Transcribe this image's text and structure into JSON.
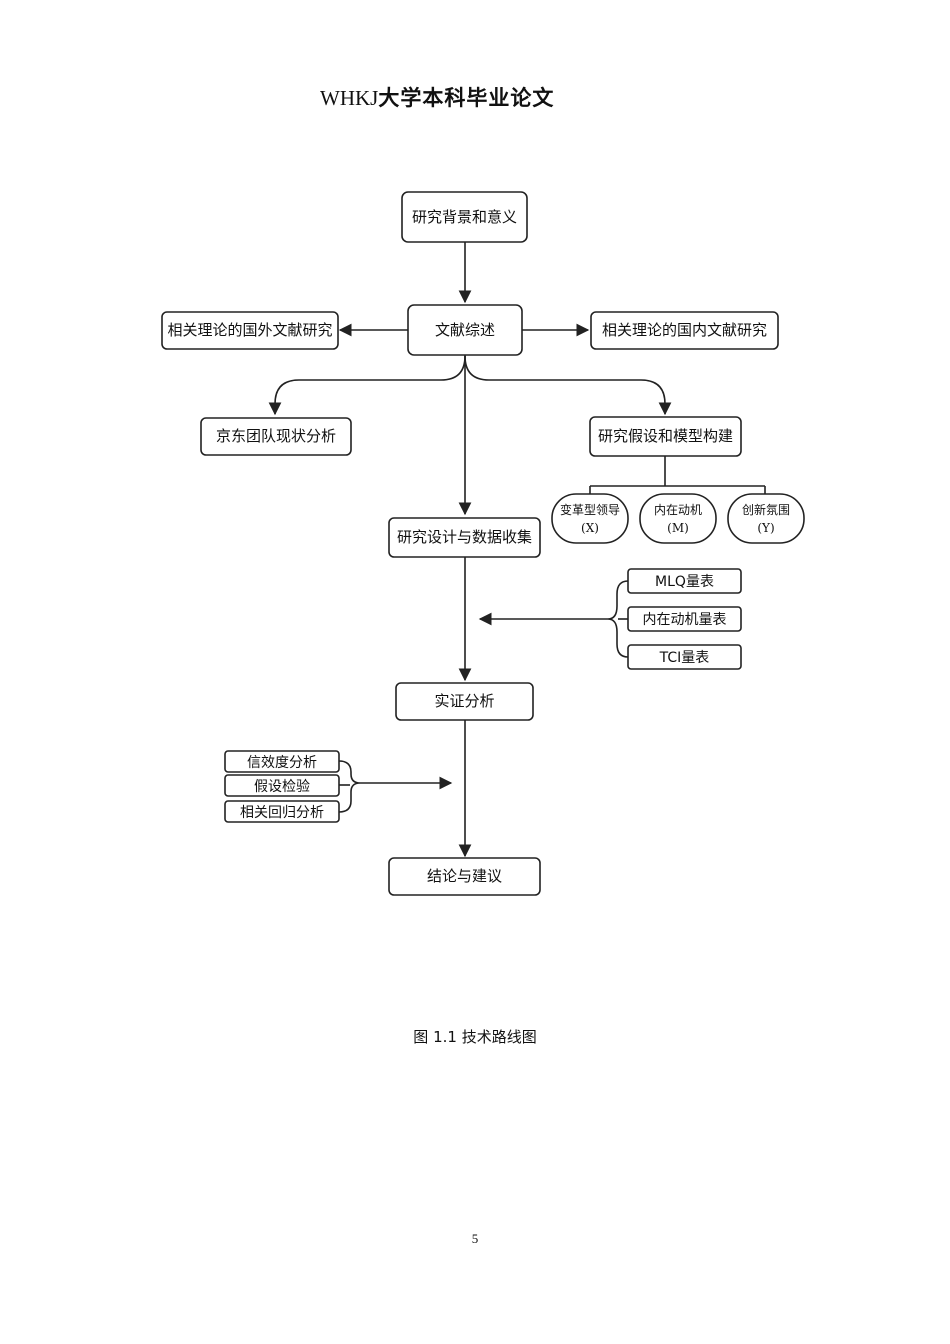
{
  "header": {
    "latin": "WHKJ",
    "cn": "大学本科毕业论文"
  },
  "diagram": {
    "background": "研究背景和意义",
    "review": "文献综述",
    "foreign": "相关理论的国外文献研究",
    "domestic": "相关理论的国内文献研究",
    "jd": "京东团队现状分析",
    "hypo": "研究假设和模型构建",
    "var_x": "变革型领导",
    "var_x_code": "(X)",
    "var_m": "内在动机",
    "var_m_code": "(M)",
    "var_y": "创新氛围",
    "var_y_code": "(Y)",
    "design": "研究设计与数据收集",
    "scale_mlq": "MLQ量表",
    "scale_motive": "内在动机量表",
    "scale_tci": "TCI量表",
    "empirical": "实证分析",
    "reliability": "信效度分析",
    "hypo_test": "假设检验",
    "regression": "相关回归分析",
    "conclusion": "结论与建议"
  },
  "caption": "图 1.1  技术路线图",
  "page_number": "5"
}
